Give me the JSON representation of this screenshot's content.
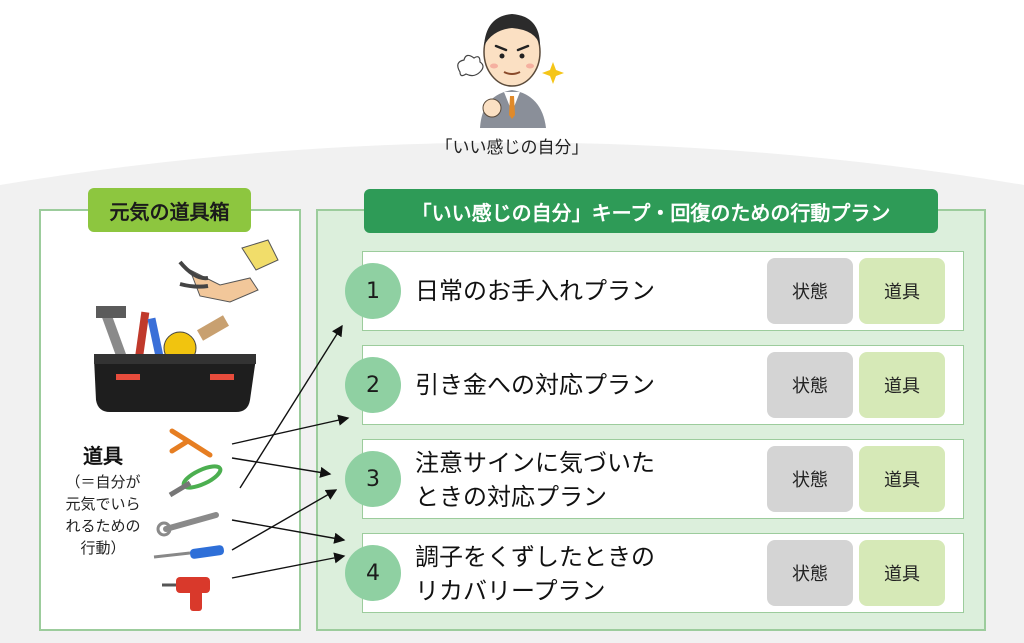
{
  "person": {
    "caption": "「いい感じの自分」"
  },
  "toolbox": {
    "title": "元気の道具箱",
    "label": "道具",
    "sublabel_lines": [
      "（＝自分が",
      "元気でいら",
      "れるための",
      "行動）"
    ]
  },
  "plans": {
    "title": "「いい感じの自分」キープ・回復のための行動プラン",
    "state_label": "状態",
    "tool_label": "道具",
    "items": [
      {
        "num": "1",
        "lines": [
          "日常のお手入れプラン"
        ]
      },
      {
        "num": "2",
        "lines": [
          "引き金への対応プラン"
        ]
      },
      {
        "num": "3",
        "lines": [
          "注意サインに気づいた",
          "ときの対応プラン"
        ]
      },
      {
        "num": "4",
        "lines": [
          "調子をくずしたときの",
          "リカバリープラン"
        ]
      }
    ]
  },
  "colors": {
    "accent_green": "#2e9b57",
    "light_green": "#8dc63f",
    "circle": "#8fd0a2"
  }
}
